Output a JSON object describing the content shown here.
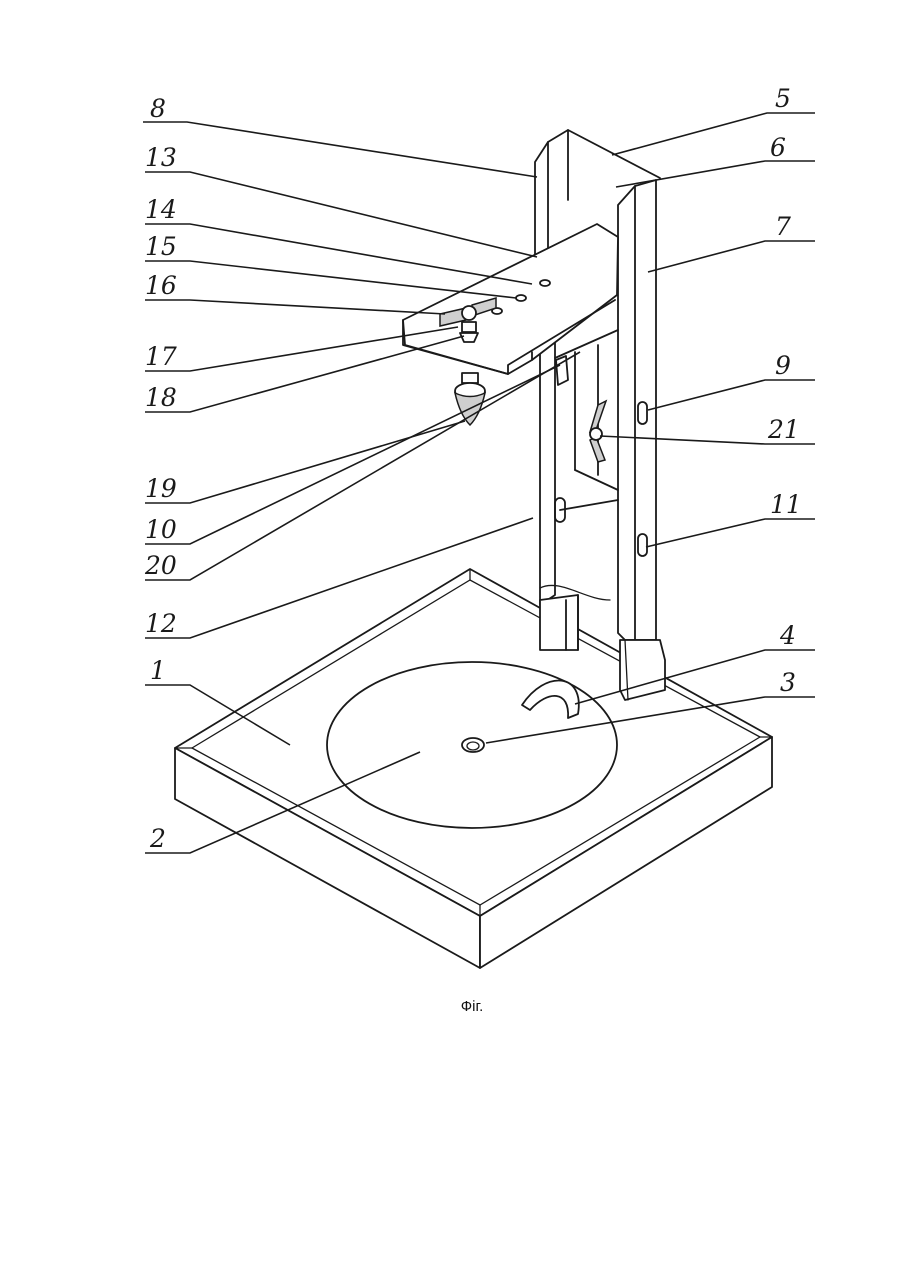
{
  "figure": {
    "caption": "Фіг.",
    "reference_numerals": [
      "1",
      "2",
      "3",
      "4",
      "5",
      "6",
      "7",
      "8",
      "9",
      "10",
      "11",
      "12",
      "13",
      "14",
      "15",
      "16",
      "17",
      "18",
      "19",
      "20",
      "21"
    ]
  },
  "colors": {
    "ink": "#1a1a1a",
    "paper": "#ffffff"
  }
}
